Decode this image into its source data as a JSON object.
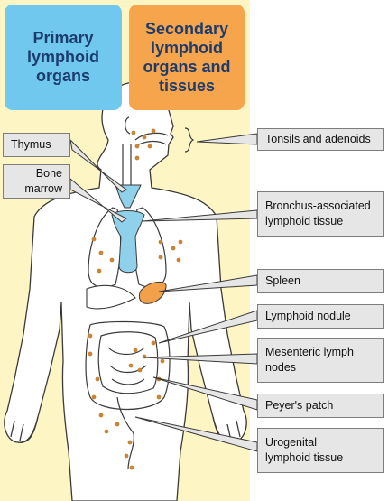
{
  "headers": {
    "primary": [
      "Primary",
      "lymphoid",
      "organs"
    ],
    "secondary": [
      "Secondary",
      "lymphoid",
      "organs and",
      "tissues"
    ]
  },
  "labels": {
    "thymus": "Thymus",
    "bone_marrow": "Bone\nmarrow",
    "tonsils": "Tonsils and adenoids",
    "bronchus": "Bronchus-associated\nlymphoid tissue",
    "spleen": "Spleen",
    "lymphoid_nodule": "Lymphoid nodule",
    "mesenteric": "Mesenteric lymph\nnodes",
    "peyers_patch": "Peyer's patch",
    "urogenital": "Urogenital\nlymphoid tissue"
  },
  "colors": {
    "primary_panel": "#71c8ef",
    "secondary_panel": "#f6a54c",
    "background_panel": "#fdf5c4",
    "primary_organs": "#8fd0ea",
    "spleen": "#f2a14a",
    "lymph_dots": "#c98435"
  }
}
